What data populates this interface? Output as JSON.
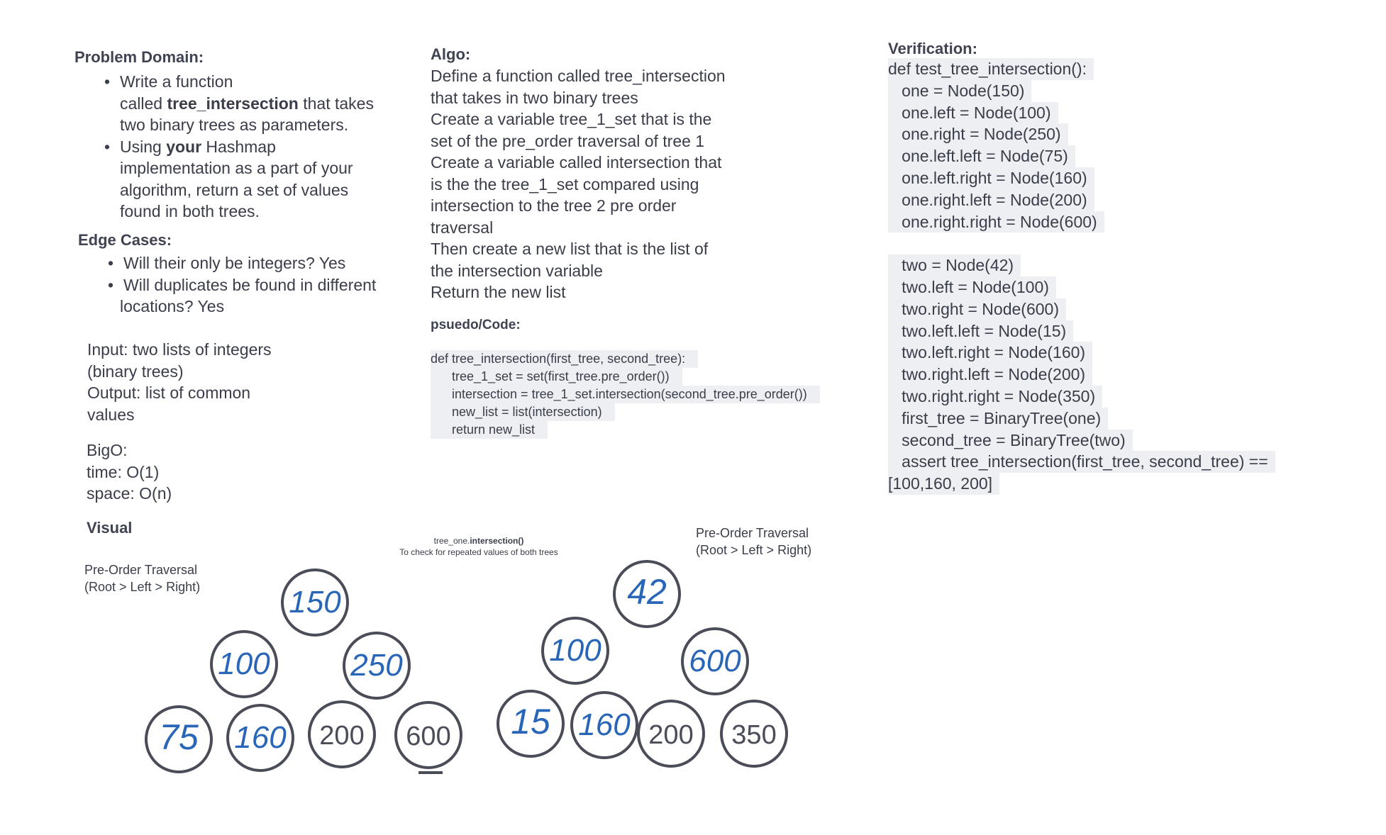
{
  "problem_domain": {
    "heading": "Problem Domain:",
    "bullets": [
      [
        "Write a function",
        "called tree_intersection that takes",
        "two binary trees as parameters."
      ],
      [
        "Using your Hashmap",
        "implementation as a part of your",
        "algorithm, return a set of values",
        "found in both trees."
      ]
    ],
    "bold_fn": "tree_intersection",
    "bold_your": "your"
  },
  "edge_cases": {
    "heading": "Edge Cases:",
    "bullets": [
      [
        "Will their only be integers? Yes"
      ],
      [
        "Will duplicates be found in different",
        "locations? Yes"
      ]
    ]
  },
  "io": [
    "Input: two lists of integers",
    "(binary trees)",
    "Output: list of common",
    "values"
  ],
  "bigo": [
    "BigO:",
    "time: O(1)",
    "space: O(n)"
  ],
  "visual_heading": "Visual",
  "algo": {
    "heading": "Algo:",
    "lines": [
      "Define a function called tree_intersection",
      "that takes in two binary trees",
      "Create a variable tree_1_set that is the",
      "set of the pre_order traversal of tree 1",
      "Create a variable called intersection that",
      "is the the tree_1_set compared using",
      "intersection to the tree 2 pre order",
      "traversal",
      "Then create a new list that is the list of",
      "the intersection variable",
      "Return the new list"
    ]
  },
  "pseudo": {
    "heading": "psuedo/Code:",
    "lines": [
      "def tree_intersection(first_tree, second_tree):",
      "    tree_1_set = set(first_tree.pre_order())",
      "    intersection = tree_1_set.intersection(second_tree.pre_order())",
      "    new_list = list(intersection)",
      "    return new_list"
    ]
  },
  "verification": {
    "heading": "Verification:",
    "lines": [
      "def test_tree_intersection():",
      "   one = Node(150)",
      "   one.left = Node(100)",
      "   one.right = Node(250)",
      "   one.left.left = Node(75)",
      "   one.left.right = Node(160)",
      "   one.right.left = Node(200)",
      "   one.right.right = Node(600)",
      "",
      "   two = Node(42)",
      "   two.left = Node(100)",
      "   two.right = Node(600)",
      "   two.left.left = Node(15)",
      "   two.left.right = Node(160)",
      "   two.right.left = Node(200)",
      "   two.right.right = Node(350)",
      "   first_tree = BinaryTree(one)",
      "   second_tree = BinaryTree(two)",
      "   assert tree_intersection(first_tree, second_tree) ==",
      "[100,160, 200]"
    ]
  },
  "diagram": {
    "left_label": [
      "Pre-Order Traversal",
      "(Root > Left > Right)"
    ],
    "right_label": [
      "Pre-Order Traversal",
      "(Root > Left > Right)"
    ],
    "middle_note_prefix": "tree_one.",
    "middle_note_bold": "intersection()",
    "middle_note_line2": "To check for repeated values of both trees",
    "tree_one": [
      "150",
      "100",
      "250",
      "75",
      "160",
      "200",
      "600"
    ],
    "tree_two": [
      "42",
      "100",
      "600",
      "15",
      "160",
      "200",
      "350"
    ],
    "handwritten_color": "#2a66b8",
    "printed_color": "#4a4d58"
  }
}
